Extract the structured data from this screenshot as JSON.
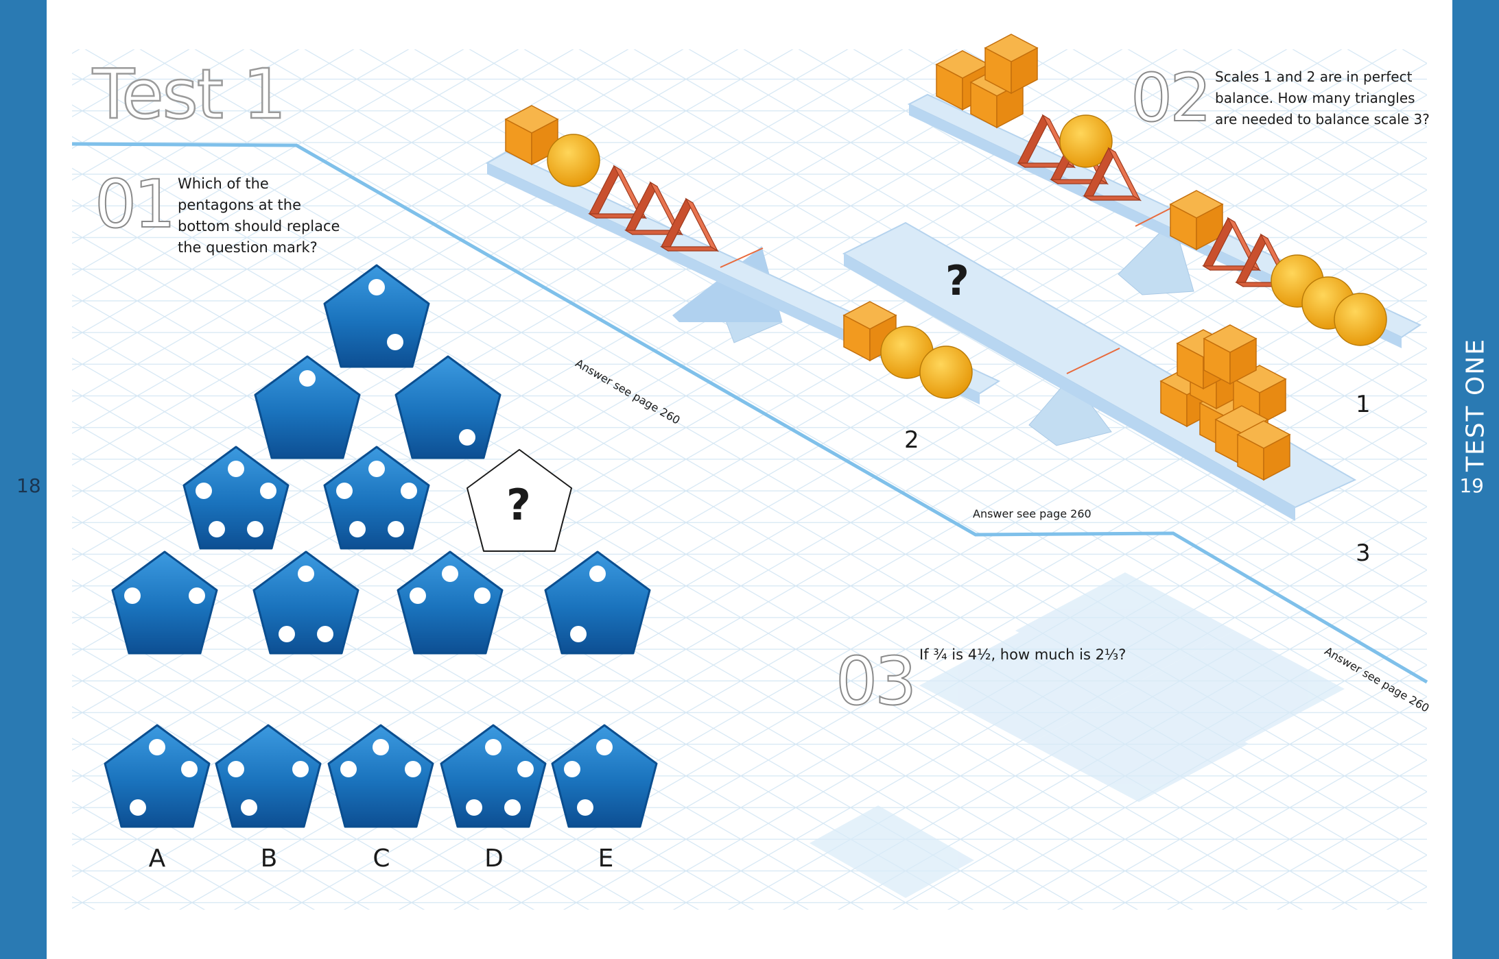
{
  "page": {
    "title": "Test 1",
    "left_page_number": "18",
    "right_page_number": "19",
    "side_label": "TEST ONE"
  },
  "colors": {
    "side_bar": "#2a7ab3",
    "grid_line": "#cfe3f2",
    "divider_line": "#7fc0ea",
    "pentagon": "#1a73bd",
    "cube": "#f29a1f",
    "sphere": "#f2b21b",
    "triangle": "#e06a4a",
    "beam": "#d9eaf8"
  },
  "questions": [
    {
      "number": "01",
      "text_lines": [
        "Which of the",
        "pentagons at the",
        "bottom should replace",
        "the question mark?"
      ],
      "answer_ref": "Answer see page 260",
      "unknown_mark": "?",
      "option_letters": [
        "A",
        "B",
        "C",
        "D",
        "E"
      ]
    },
    {
      "number": "02",
      "text_lines": [
        "Scales 1 and 2 are in perfect",
        "balance. How many triangles",
        "are needed to balance scale 3?"
      ],
      "answer_ref": "Answer see page 260",
      "scale_labels": [
        "1",
        "2",
        "3"
      ],
      "unknown_mark": "?"
    },
    {
      "number": "03",
      "text": "If ¾  is 4½, how much is 2⅓?",
      "answer_ref": "Answer see page 260"
    }
  ],
  "icons": [
    "pentagon-icon",
    "cube-icon",
    "sphere-icon",
    "triangle-prism-icon",
    "question-mark-icon"
  ]
}
